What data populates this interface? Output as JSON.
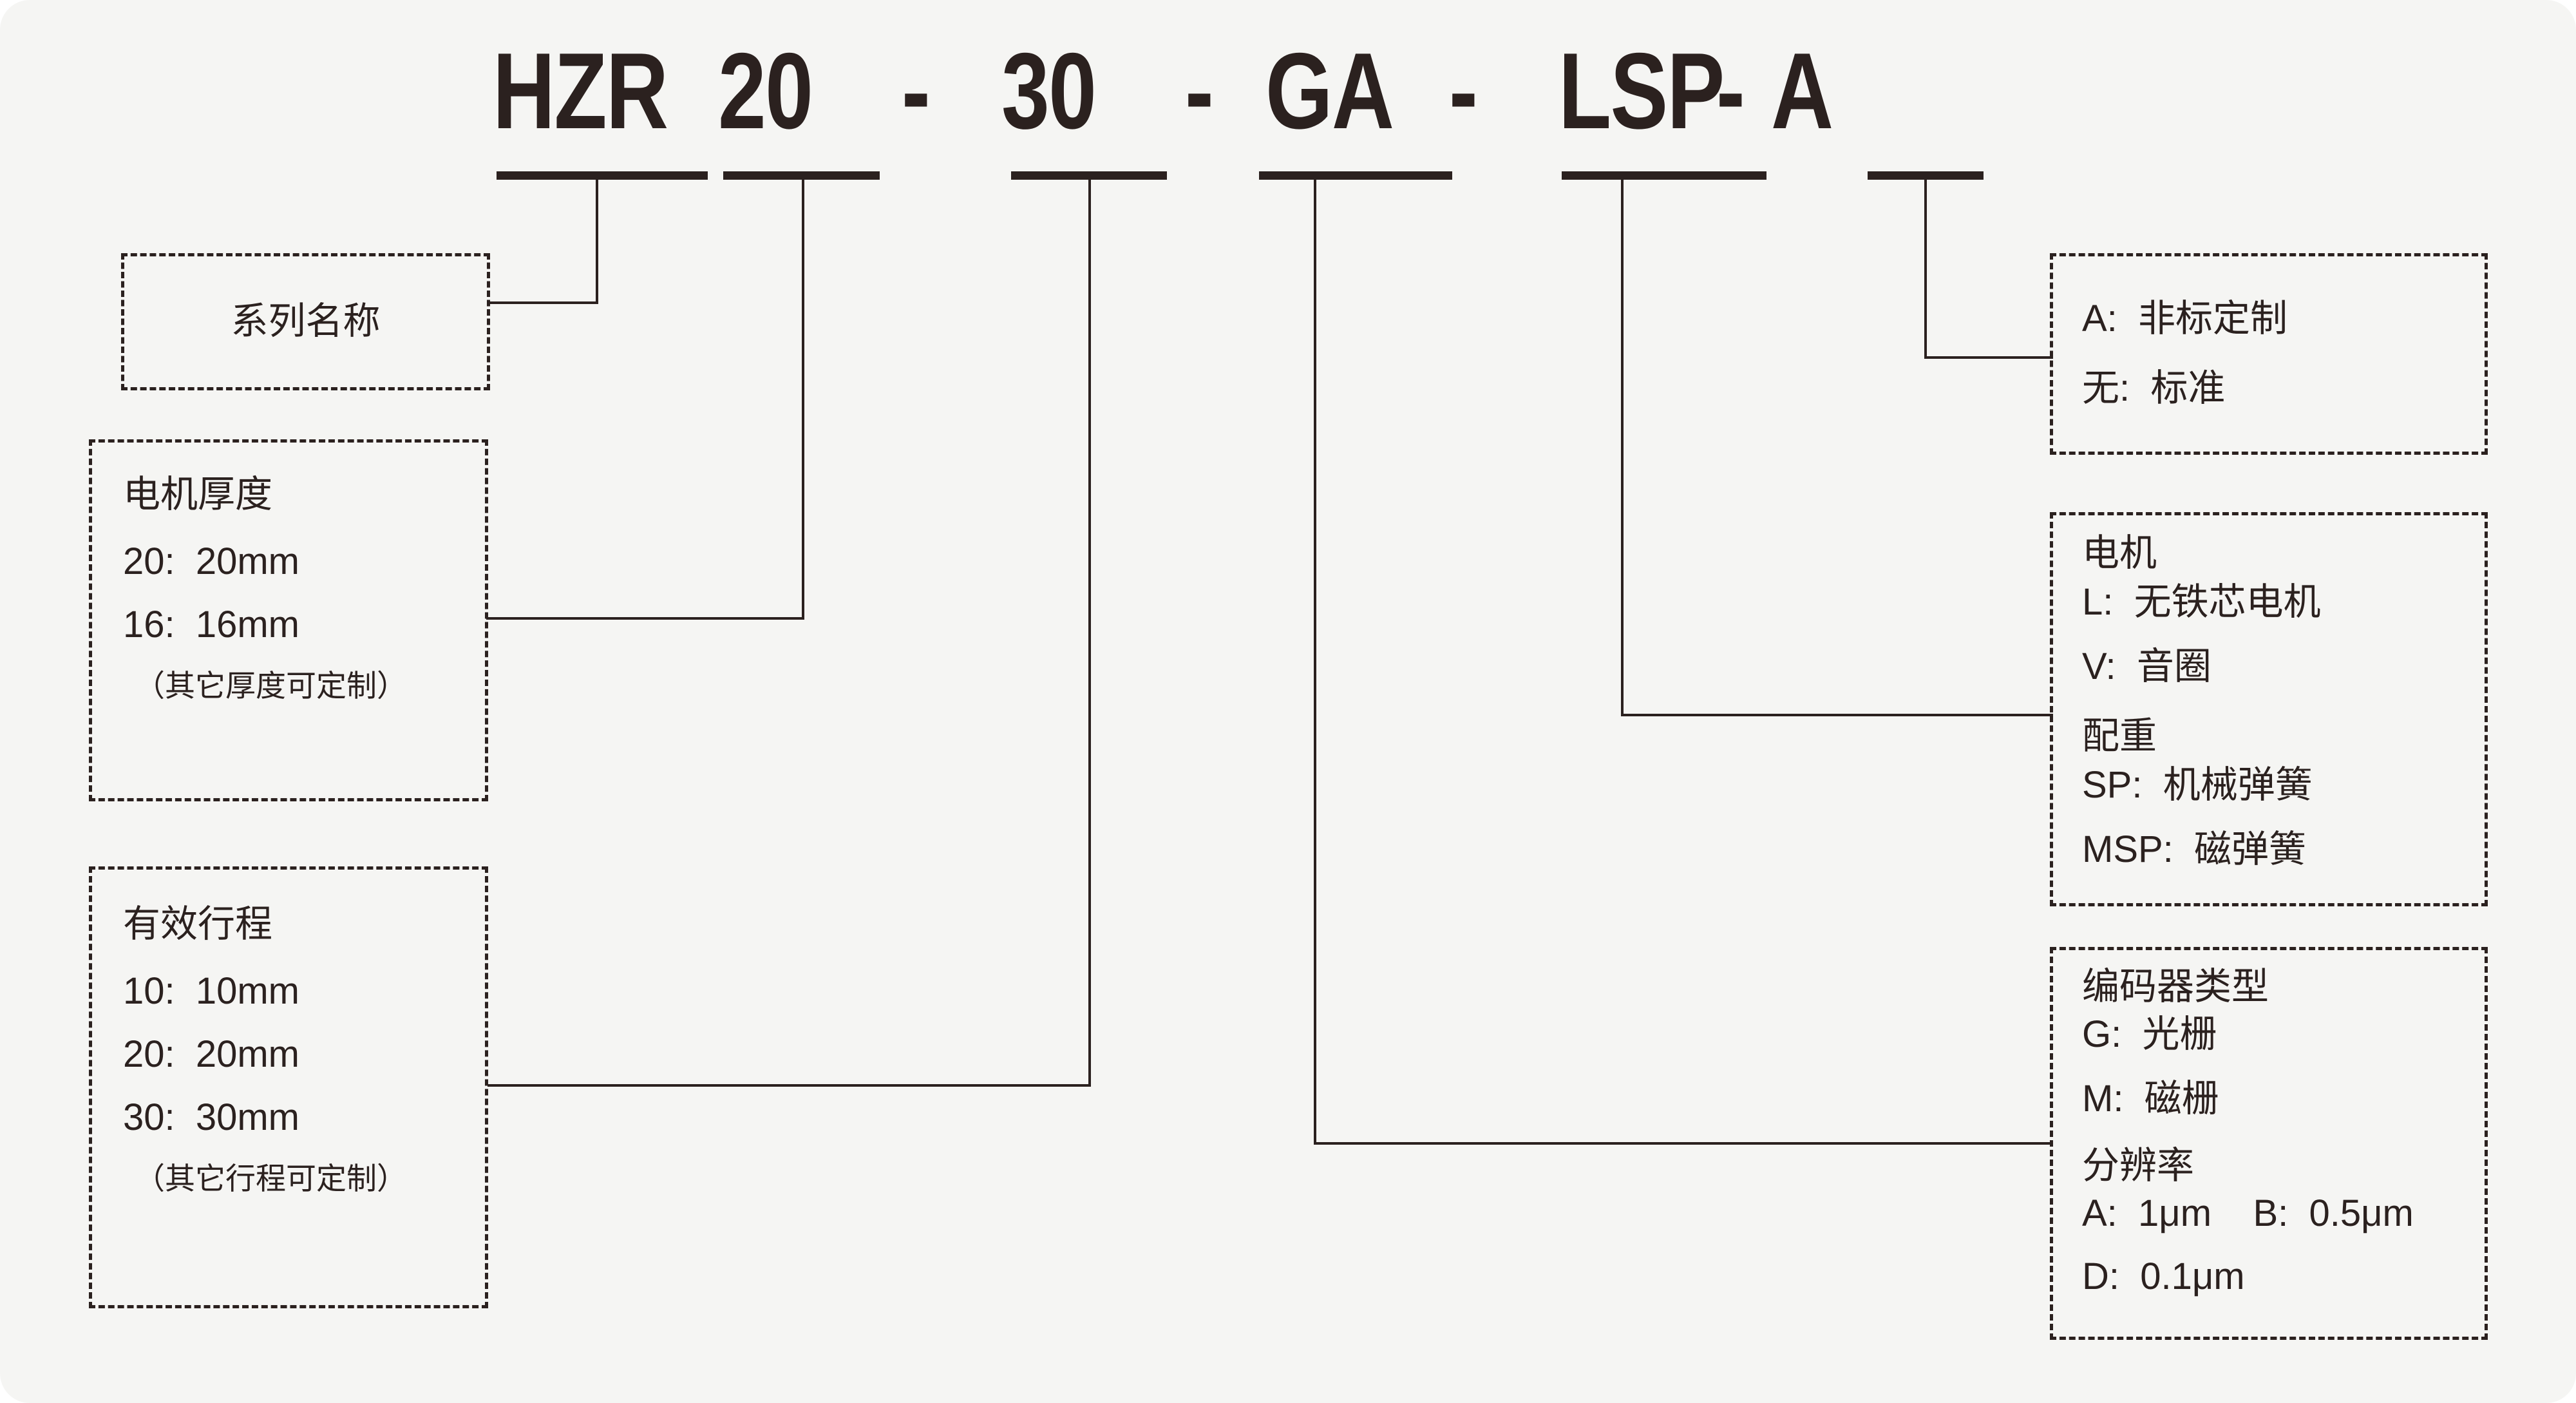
{
  "diagram": {
    "title_code": "HZR 20 - 30 - GA - LSP - A",
    "segments": [
      {
        "key": "series",
        "text": "HZR"
      },
      {
        "key": "thickness",
        "text": "20"
      },
      {
        "key": "dash1",
        "text": "-"
      },
      {
        "key": "stroke",
        "text": "30"
      },
      {
        "key": "dash2",
        "text": "-"
      },
      {
        "key": "encoder",
        "text": "GA"
      },
      {
        "key": "dash3",
        "text": "-"
      },
      {
        "key": "motor",
        "text": "LSP"
      },
      {
        "key": "dash4",
        "text": "-"
      },
      {
        "key": "custom",
        "text": "A"
      }
    ],
    "boxes": {
      "series_name": {
        "name": "系列名称",
        "lines": [
          "系列名称"
        ]
      },
      "motor_thickness": {
        "heading": "电机厚度",
        "options": [
          "20:  20mm",
          "16:  16mm"
        ],
        "note": "（其它厚度可定制）"
      },
      "effective_stroke": {
        "heading": "有效行程",
        "options": [
          "10:  10mm",
          "20:  20mm",
          "30:  30mm"
        ],
        "note": "（其它行程可定制）"
      },
      "customization": {
        "options": [
          "A:  非标定制",
          "无:  标准"
        ]
      },
      "motor_and_balance": {
        "heading_motor": "电机",
        "motor_options": [
          "L:  无铁芯电机",
          "V:  音圈"
        ],
        "heading_balance": "配重",
        "balance_options": [
          "SP:  机械弹簧",
          "MSP:  磁弹簧"
        ]
      },
      "encoder": {
        "heading_type": "编码器类型",
        "type_options": [
          "G:  光栅",
          "M:  磁栅"
        ],
        "heading_resolution": "分辨率",
        "resolution_options": [
          "A:  1μm    B:  0.5μm",
          "D:  0.1μm"
        ]
      }
    },
    "colors": {
      "ink": "#2b211f",
      "background": "#f5f5f3"
    }
  }
}
